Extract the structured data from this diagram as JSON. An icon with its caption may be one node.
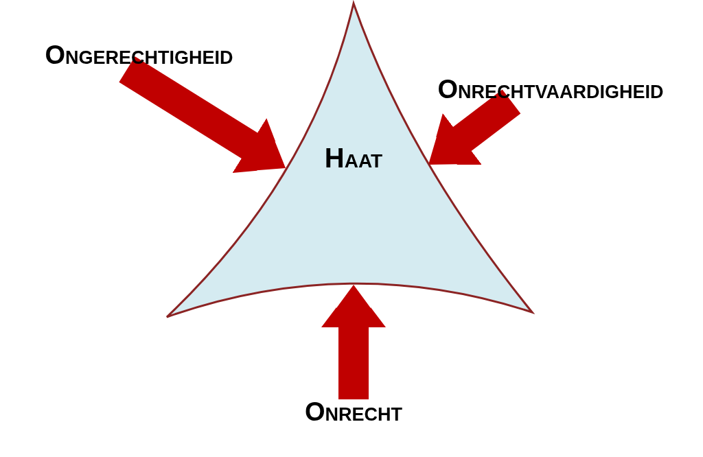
{
  "diagram": {
    "nodes": [
      {
        "text": [
          "Haat"
        ]
      },
      {
        "text": [
          "Ongerechtigheid"
        ]
      },
      {
        "text": [
          "Onrechtvaardigheid"
        ]
      },
      {
        "text": [
          "Onrecht"
        ]
      }
    ],
    "edges": [
      {
        "from": 1,
        "to": 0,
        "arrow": "to"
      },
      {
        "from": 2,
        "to": 0,
        "arrow": "to"
      },
      {
        "from": 3,
        "to": 0,
        "arrow": "to"
      }
    ]
  }
}
